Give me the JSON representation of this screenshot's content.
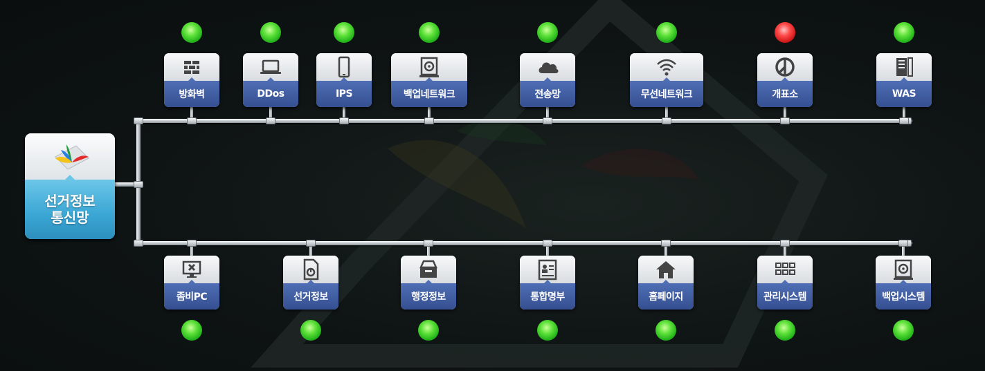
{
  "main": {
    "line1": "선거정보",
    "line2": "통신망"
  },
  "top_nodes": [
    {
      "label": "방화벽",
      "icon": "firewall-icon",
      "status": "ok"
    },
    {
      "label": "DDos",
      "icon": "laptop-icon",
      "status": "ok"
    },
    {
      "label": "IPS",
      "icon": "mobile-icon",
      "status": "ok"
    },
    {
      "label": "백업네트워크",
      "icon": "backup-disk-icon",
      "status": "ok"
    },
    {
      "label": "전송망",
      "icon": "cloud-icon",
      "status": "ok"
    },
    {
      "label": "무선네트워크",
      "icon": "wifi-icon",
      "status": "ok"
    },
    {
      "label": "개표소",
      "icon": "counting-icon",
      "status": "error"
    },
    {
      "label": "WAS",
      "icon": "server-icon",
      "status": "ok"
    }
  ],
  "bottom_nodes": [
    {
      "label": "좀비PC",
      "icon": "zombie-pc-icon",
      "status": "ok"
    },
    {
      "label": "선거정보",
      "icon": "document-icon",
      "status": "ok"
    },
    {
      "label": "행정정보",
      "icon": "archive-icon",
      "status": "ok"
    },
    {
      "label": "통합명부",
      "icon": "id-card-icon",
      "status": "ok"
    },
    {
      "label": "홈페이지",
      "icon": "home-icon",
      "status": "ok"
    },
    {
      "label": "관리시스템",
      "icon": "grid-icon",
      "status": "ok"
    },
    {
      "label": "백업시스템",
      "icon": "backup-disk-icon",
      "status": "ok"
    }
  ],
  "colors": {
    "ok": "#2bc41f",
    "error": "#e42020",
    "label_bg": "#3f5da3",
    "main_bg": "#3aa6d4"
  }
}
